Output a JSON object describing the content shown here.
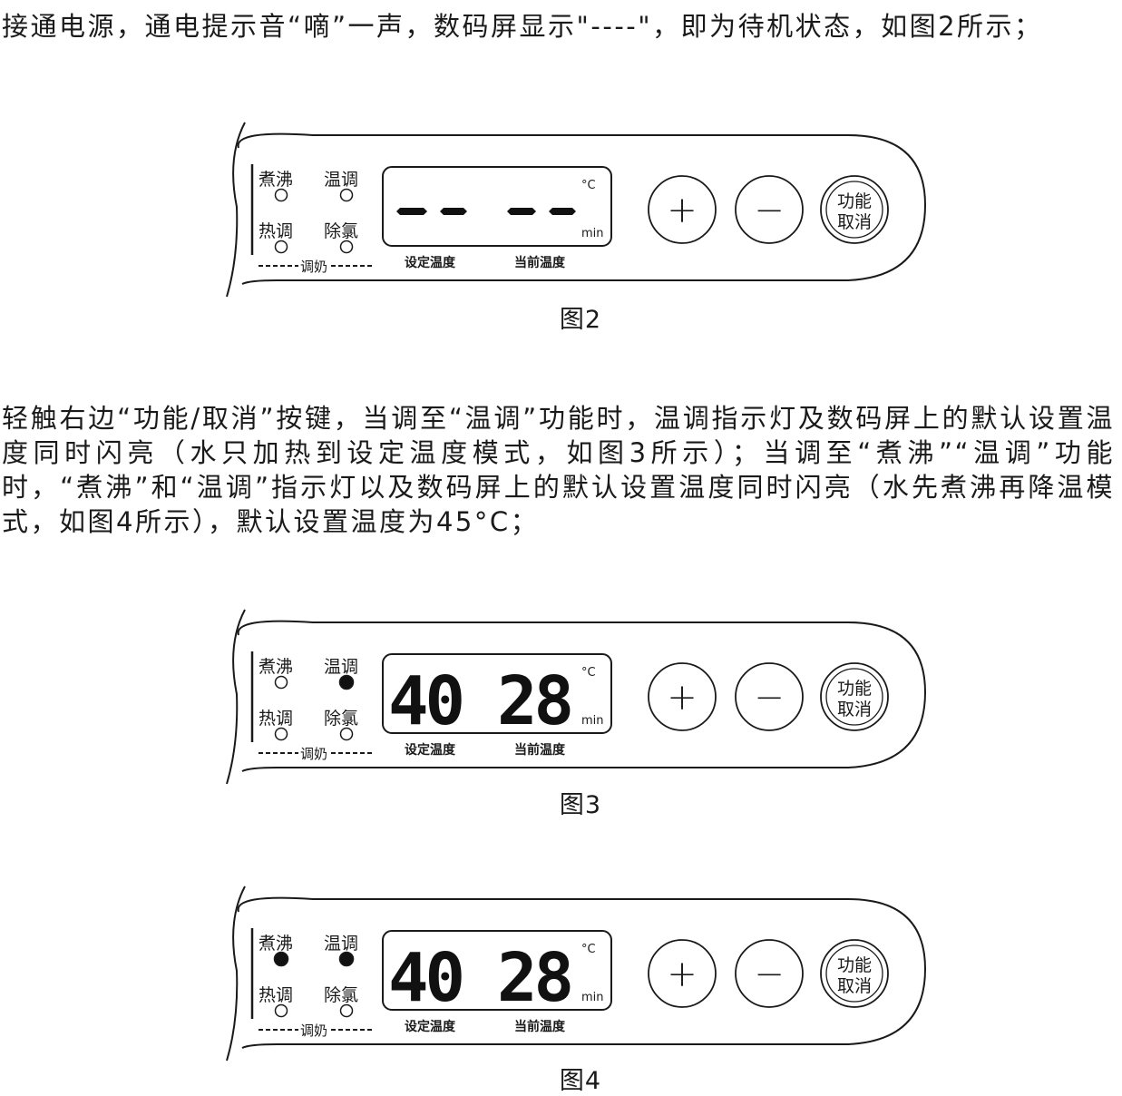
{
  "paragraphs": {
    "p1": "接通电源，通电提示音“嘀”一声，数码屏显示\"----\"，即为待机状态，如图2所示；",
    "p2": "轻触右边“功能/取消”按键，当调至“温调”功能时，温调指示灯及数码屏上的默认设置温度同时闪亮（水只加热到设定温度模式，如图3所示）；当调至“煮沸”“温调”功能时，“煮沸”和“温调”指示灯以及数码屏上的默认设置温度同时闪亮（水先煮沸再降温模式，如图4所示），默认设置温度为45°C；"
  },
  "panel_labels": {
    "boil": "煮沸",
    "temp_adjust": "温调",
    "heat_adjust": "热调",
    "dechlorine": "除氯",
    "milk": "调奶",
    "unit_celsius": "°C",
    "unit_min": "min",
    "set_temp": "设定温度",
    "current_temp": "当前温度",
    "plus_symbol": "+",
    "minus_symbol": "−",
    "func_line1": "功能",
    "func_line2": "取消"
  },
  "figures": [
    {
      "caption": "图2",
      "display_left": "--",
      "display_right": "--",
      "indicators": {
        "boil": false,
        "temp_adjust": false,
        "heat_adjust": false,
        "dechlorine": false
      }
    },
    {
      "caption": "图3",
      "display_left": "40",
      "display_right": "28",
      "indicators": {
        "boil": false,
        "temp_adjust": true,
        "heat_adjust": false,
        "dechlorine": false
      }
    },
    {
      "caption": "图4",
      "display_left": "40",
      "display_right": "28",
      "indicators": {
        "boil": true,
        "temp_adjust": true,
        "heat_adjust": false,
        "dechlorine": false
      }
    }
  ],
  "colors": {
    "ink": "#1a1a1a",
    "indicator_on": "#111111",
    "background": "#ffffff"
  }
}
